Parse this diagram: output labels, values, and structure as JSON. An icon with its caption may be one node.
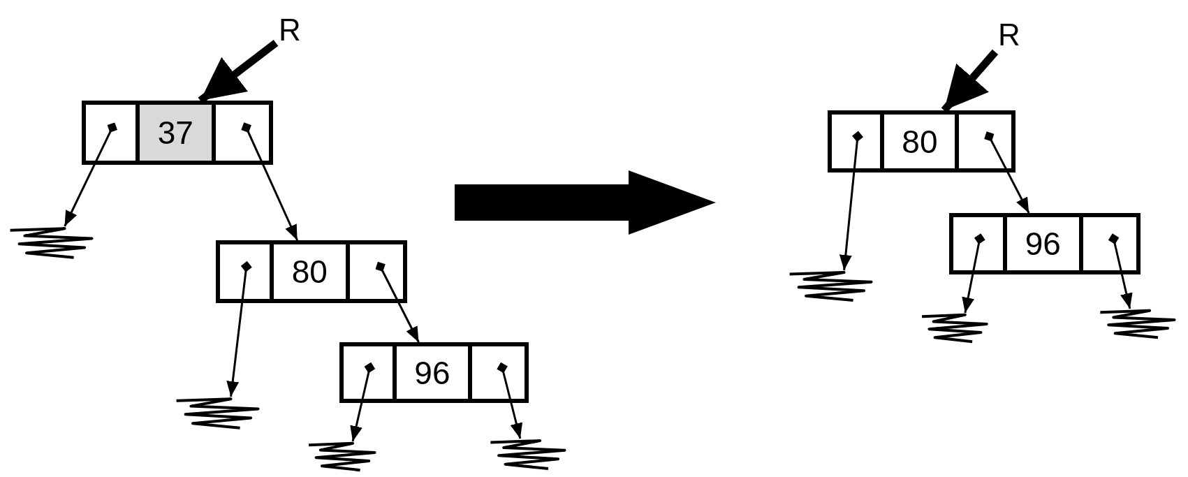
{
  "diagram": {
    "nodes": [
      {
        "text": [
          "R"
        ]
      },
      {
        "text": [
          "37"
        ]
      },
      {
        "text": [],
        "shape": "scribble"
      },
      {
        "text": [
          "80"
        ]
      },
      {
        "text": [],
        "shape": "scribble"
      },
      {
        "text": [
          "96"
        ]
      },
      {
        "text": [],
        "shape": "scribble"
      },
      {
        "text": [],
        "shape": "scribble"
      },
      {
        "text": [
          "R"
        ]
      },
      {
        "text": [
          "80"
        ]
      },
      {
        "text": [
          "96"
        ]
      },
      {
        "text": [],
        "shape": "scribble"
      },
      {
        "text": [],
        "shape": "scribble"
      },
      {
        "text": [],
        "shape": "scribble"
      }
    ],
    "edges": [
      {
        "from": 0,
        "to": 1,
        "arrow": "to",
        "style": "thick"
      },
      {
        "from": 1,
        "to": 2,
        "arrow": "to"
      },
      {
        "from": 1,
        "to": 3,
        "arrow": "to"
      },
      {
        "from": 3,
        "to": 4,
        "arrow": "to"
      },
      {
        "from": 3,
        "to": 5,
        "arrow": "to"
      },
      {
        "from": 5,
        "to": 6,
        "arrow": "to"
      },
      {
        "from": 5,
        "to": 7,
        "arrow": "to"
      },
      {
        "from": 8,
        "to": 9,
        "arrow": "to",
        "style": "thick"
      },
      {
        "from": 9,
        "to": 11,
        "arrow": "to"
      },
      {
        "from": 9,
        "to": 10,
        "arrow": "to"
      },
      {
        "from": 10,
        "to": 12,
        "arrow": "to"
      },
      {
        "from": 10,
        "to": 13,
        "arrow": "to"
      }
    ]
  }
}
